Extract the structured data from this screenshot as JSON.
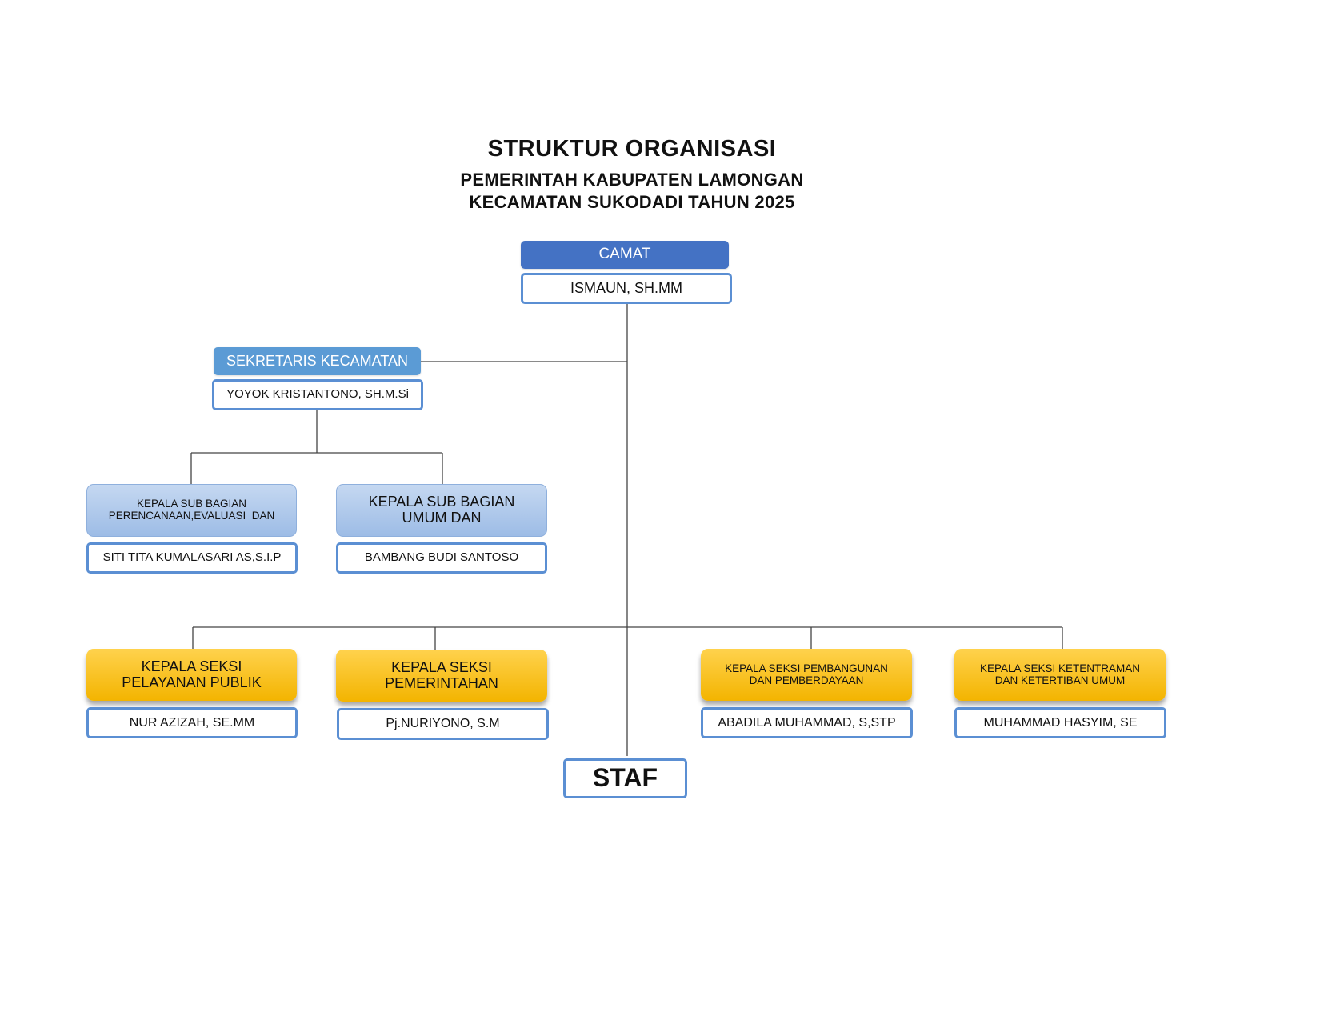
{
  "header": {
    "title": "STRUKTUR ORGANISASI",
    "subtitle_line1": "PEMERINTAH KABUPATEN LAMONGAN",
    "subtitle_line2": "KECAMATAN SUKODADI TAHUN 2025"
  },
  "org": {
    "camat": {
      "position": "CAMAT",
      "name": "ISMAUN, SH.MM"
    },
    "sekretaris": {
      "position": "SEKRETARIS KECAMATAN",
      "name": "YOYOK KRISTANTONO, SH.M.Si"
    },
    "subbag_perencanaan": {
      "position_line1": "KEPALA SUB BAGIAN",
      "position_line2": "PERENCANAAN,EVALUASI  DAN",
      "name": "SITI TITA KUMALASARI AS,S.I.P"
    },
    "subbag_umum": {
      "position_line1": "KEPALA SUB BAGIAN",
      "position_line2": "UMUM DAN",
      "name": "BAMBANG BUDI SANTOSO"
    },
    "seksi_pelayanan": {
      "position_line1": "KEPALA SEKSI",
      "position_line2": "PELAYANAN PUBLIK",
      "name": "NUR AZIZAH, SE.MM"
    },
    "seksi_pemerintahan": {
      "position_line1": "KEPALA SEKSI",
      "position_line2": "PEMERINTAHAN",
      "name": "Pj.NURIYONO, S.M"
    },
    "seksi_pembangunan": {
      "position_line1": "KEPALA SEKSI PEMBANGUNAN",
      "position_line2": "DAN PEMBERDAYAAN",
      "name": "ABADILA MUHAMMAD, S,STP"
    },
    "seksi_ketentraman": {
      "position_line1": "KEPALA SEKSI KETENTRAMAN",
      "position_line2": "DAN KETERTIBAN UMUM",
      "name": "MUHAMMAD HASYIM, SE"
    },
    "staf": {
      "label": "STAF"
    }
  },
  "colors": {
    "camat_header": "#4472c4",
    "sekretaris_header": "#5b9bd5",
    "subbag_header": "#9dbce6",
    "seksi_header": "#f3b400",
    "name_border": "#5b8fd3",
    "connector": "#444444"
  }
}
